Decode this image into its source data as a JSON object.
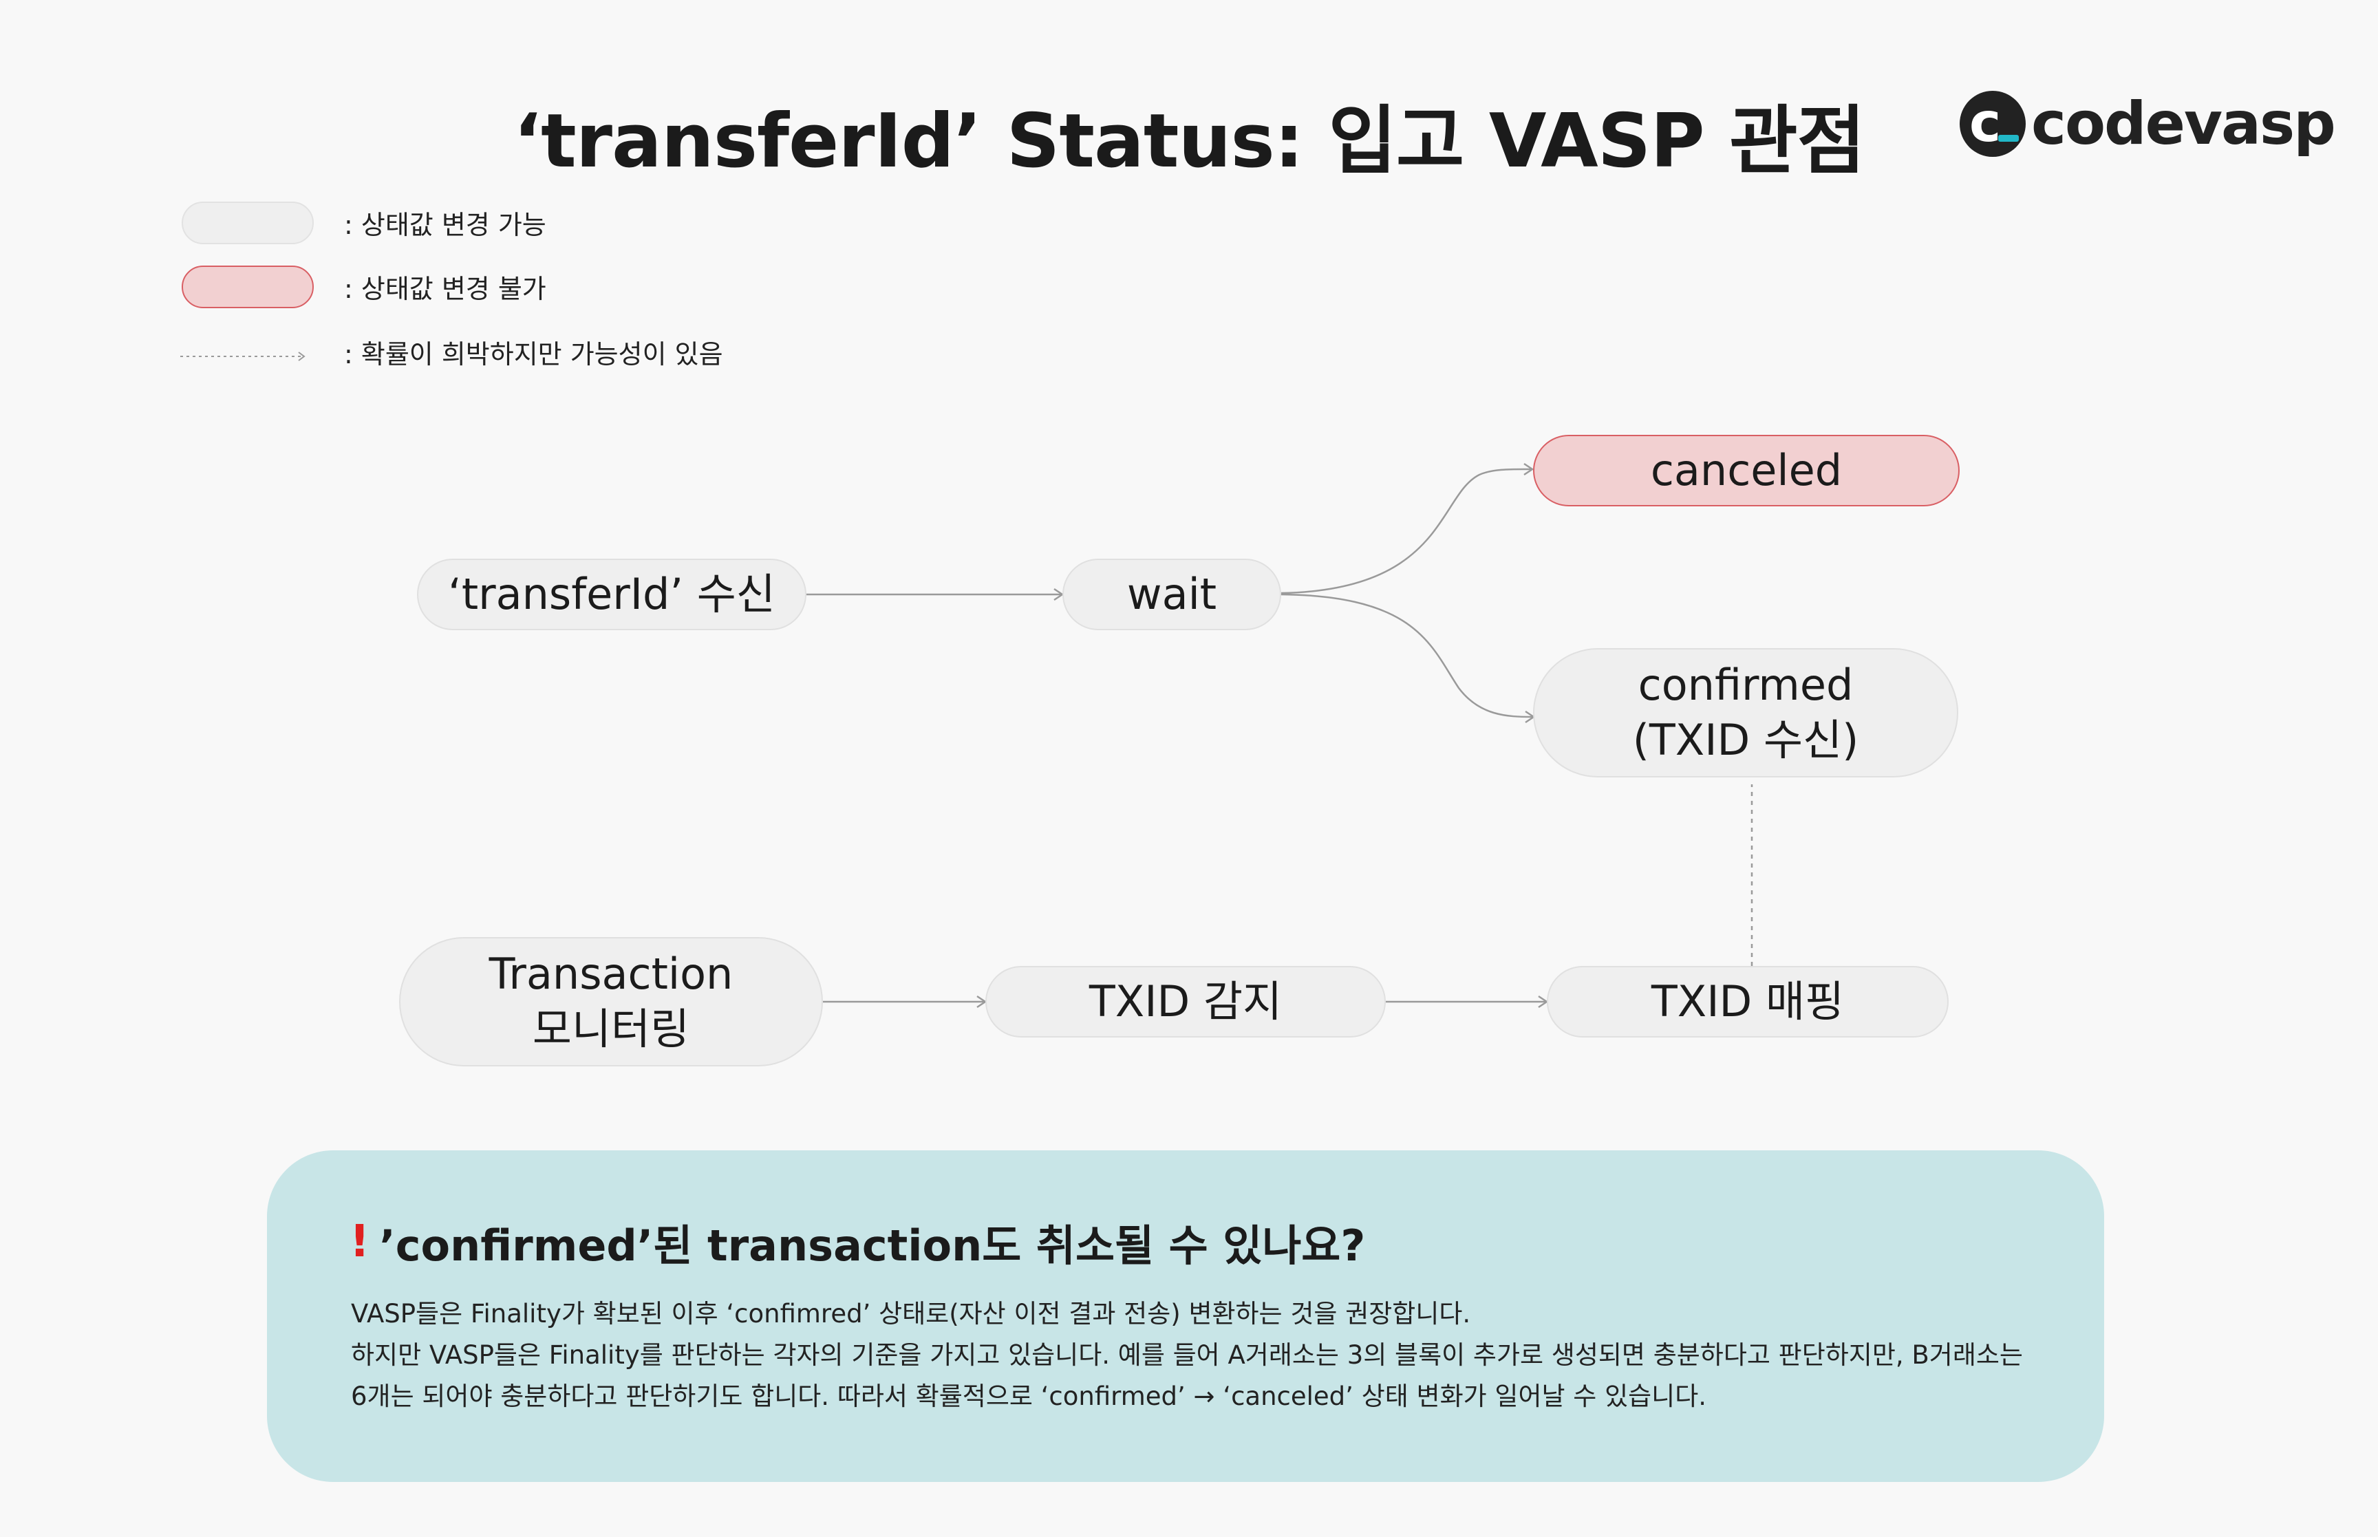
{
  "title": "‘transferId’ Status: 입고 VASP 관점",
  "logo": {
    "mark_letter": "c",
    "text": "codevasp",
    "accent_color": "#22b8c8"
  },
  "legend": [
    {
      "style": "gray-pill",
      "label": ": 상태값 변경 가능"
    },
    {
      "style": "red-pill",
      "label": ": 상태값 변경 불가"
    },
    {
      "style": "dotted-arrow",
      "label": ": 확률이 희박하지만 가능성이 있음"
    }
  ],
  "nodes": {
    "transferid_received": "‘transferId’ 수신",
    "wait": "wait",
    "canceled": "canceled",
    "confirmed": "confirmed\n(TXID 수신)",
    "tx_monitoring": "Transaction\n모니터링",
    "txid_detect": "TXID 감지",
    "txid_mapping": "TXID 매핑"
  },
  "colors": {
    "pill_gray": "#efefef",
    "pill_red": "#f2d0d1",
    "red_border": "#d95f64",
    "note_bg": "#c8e5e7"
  },
  "note": {
    "icon": "!",
    "title": "’confirmed’된 transaction도 취소될 수 있나요?",
    "lines": [
      "VASP들은 Finality가 확보된 이후 ‘confimred’ 상태로(자산 이전 결과 전송) 변환하는 것을 권장합니다.",
      "하지만 VASP들은 Finality를 판단하는 각자의 기준을 가지고 있습니다. 예를 들어 A거래소는 3의 블록이 추가로 생성되면 충분하다고 판단하지만, B거래소는",
      "6개는 되어야 충분하다고 판단하기도 합니다. 따라서 확률적으로 ‘confirmed’ → ‘canceled’ 상태 변화가 일어날 수 있습니다."
    ]
  }
}
